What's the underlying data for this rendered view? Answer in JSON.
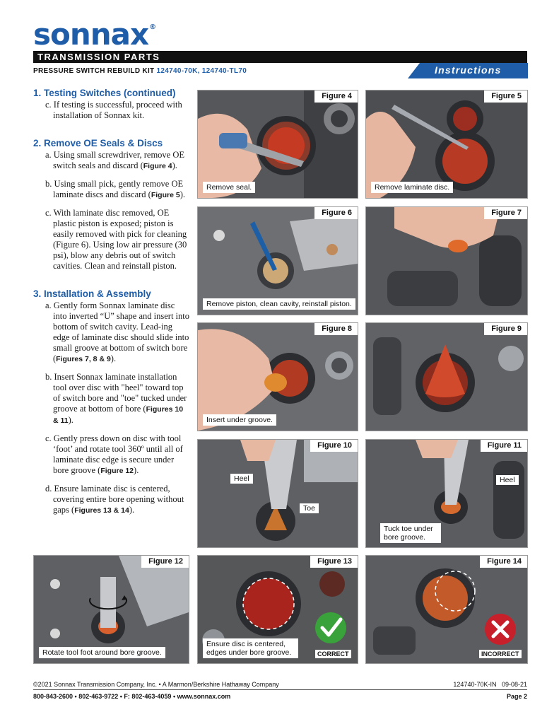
{
  "header": {
    "logo": "sonnax",
    "logo_mark": "®",
    "bar_text": "TRANSMISSION PARTS",
    "subtitle_prefix": "PRESSURE SWITCH REBUILD KIT",
    "subtitle_parts": "124740-70K, 124740-TL70",
    "tab": "Instructions"
  },
  "sections": {
    "s1": {
      "heading": "1. Testing Switches (continued)",
      "c_text": "c. If testing is successful, proceed with installation of Sonnax kit."
    },
    "s2": {
      "heading": "2. Remove OE Seals & Discs",
      "a_text": "a. Using small screwdriver, remove OE switch seals and discard (",
      "a_ref": "Figure 4",
      "a_end": ").",
      "b_text": "b. Using small pick, gently remove OE laminate discs and discard (",
      "b_ref": "Figure 5",
      "b_end": ").",
      "c_text": "c. With laminate disc removed, OE plastic piston is exposed; piston is easily removed with pick for cleaning (Figure 6). Using low air pressure (30 psi), blow any debris out of switch cavities. Clean and reinstall piston."
    },
    "s3": {
      "heading": "3. Installation & Assembly",
      "a_text": "a. Gently form Sonnax laminate disc into inverted “U” shape and insert into bottom of switch cavity. Lead-ing edge of laminate disc should slide into small groove at bottom of switch bore (",
      "a_ref": "Figures 7, 8 & 9",
      "a_end": ").",
      "b_text": "b. Insert Sonnax laminate installation tool over disc with \"heel\" toward top of switch bore and \"toe\" tucked under groove at bottom of bore (",
      "b_ref": "Figures 10 & 11",
      "b_end": ").",
      "c_text": "c. Gently press down on disc with tool ‘foot’ and rotate tool 360º until all of laminate disc edge is secure under bore groove (",
      "c_ref": "Figure 12",
      "c_end": ").",
      "d_text": "d. Ensure laminate disc is centered, covering entire bore opening without gaps (",
      "d_ref": "Figures 13 & 14",
      "d_end": ")."
    }
  },
  "figures": {
    "f4": {
      "title": "Figure 4",
      "caption": "Remove seal."
    },
    "f5": {
      "title": "Figure 5",
      "caption": "Remove laminate disc."
    },
    "f6": {
      "title": "Figure 6",
      "caption": "Remove piston, clean cavity, reinstall piston."
    },
    "f7": {
      "title": "Figure 7"
    },
    "f8": {
      "title": "Figure 8",
      "caption": "Insert under groove."
    },
    "f9": {
      "title": "Figure 9"
    },
    "f10": {
      "title": "Figure 10",
      "heel": "Heel",
      "toe": "Toe"
    },
    "f11": {
      "title": "Figure 11",
      "heel": "Heel",
      "caption": "Tuck toe under bore groove."
    },
    "f12": {
      "title": "Figure 12",
      "caption": "Rotate tool foot around bore groove."
    },
    "f13": {
      "title": "Figure 13",
      "caption": "Ensure disc is centered, edges under bore groove.",
      "badge": "CORRECT"
    },
    "f14": {
      "title": "Figure 14",
      "badge": "INCORRECT"
    }
  },
  "footer": {
    "copyright": "©2021 Sonnax Transmission Company, Inc. • A Marmon/Berkshire Hathaway Company",
    "contact": "800-843-2600 • 802-463-9722 • F: 802-463-4059 • www.sonnax.com",
    "doc_id": "124740-70K-IN   09-08-21",
    "page": "Page 2"
  },
  "colors": {
    "brand_blue": "#1f5da8",
    "correct_green": "#3aa23a",
    "incorrect_red": "#c8202a"
  }
}
